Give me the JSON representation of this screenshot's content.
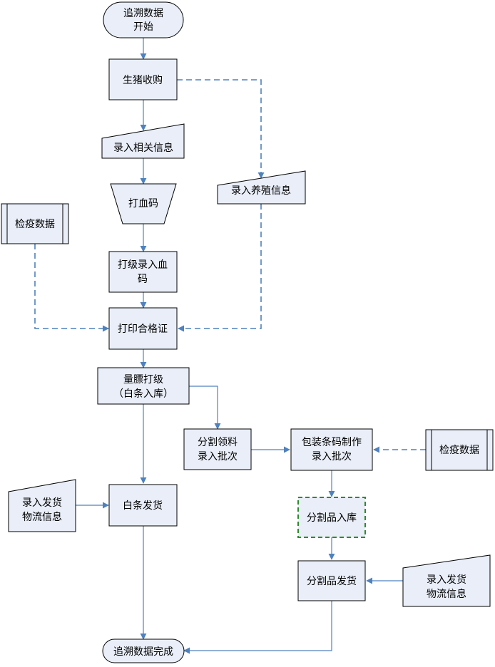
{
  "nodes": {
    "start": [
      "追溯数据",
      "开始"
    ],
    "pig_purchase": [
      "生猪收购"
    ],
    "input_related": [
      "录入相关信息"
    ],
    "input_breeding": [
      "录入养殖信息"
    ],
    "blood_code": [
      "打血码"
    ],
    "quarantine_left": [
      "检疫数据"
    ],
    "grade_blood": [
      "打级录入血",
      "码"
    ],
    "certificate": [
      "打印合格证"
    ],
    "weigh_grade": [
      "量膘打级",
      "（白条入库）"
    ],
    "cut_receive": [
      "分割领料",
      "录入批次"
    ],
    "package_code": [
      "包装条码制作",
      "录入批次"
    ],
    "quarantine_right": [
      "检疫数据"
    ],
    "input_ship_left": [
      "录入发货",
      "物流信息"
    ],
    "carcass_ship": [
      "白条发货"
    ],
    "cut_storage": [
      "分割品入库"
    ],
    "cut_ship": [
      "分割品发货"
    ],
    "input_ship_right": [
      "录入发货",
      "物流信息"
    ],
    "end": [
      "追溯数据完成"
    ]
  },
  "colors": {
    "fill": "#e9eef8",
    "arrow": "#4f81bd",
    "highlight_border": "#2e8b2e"
  }
}
